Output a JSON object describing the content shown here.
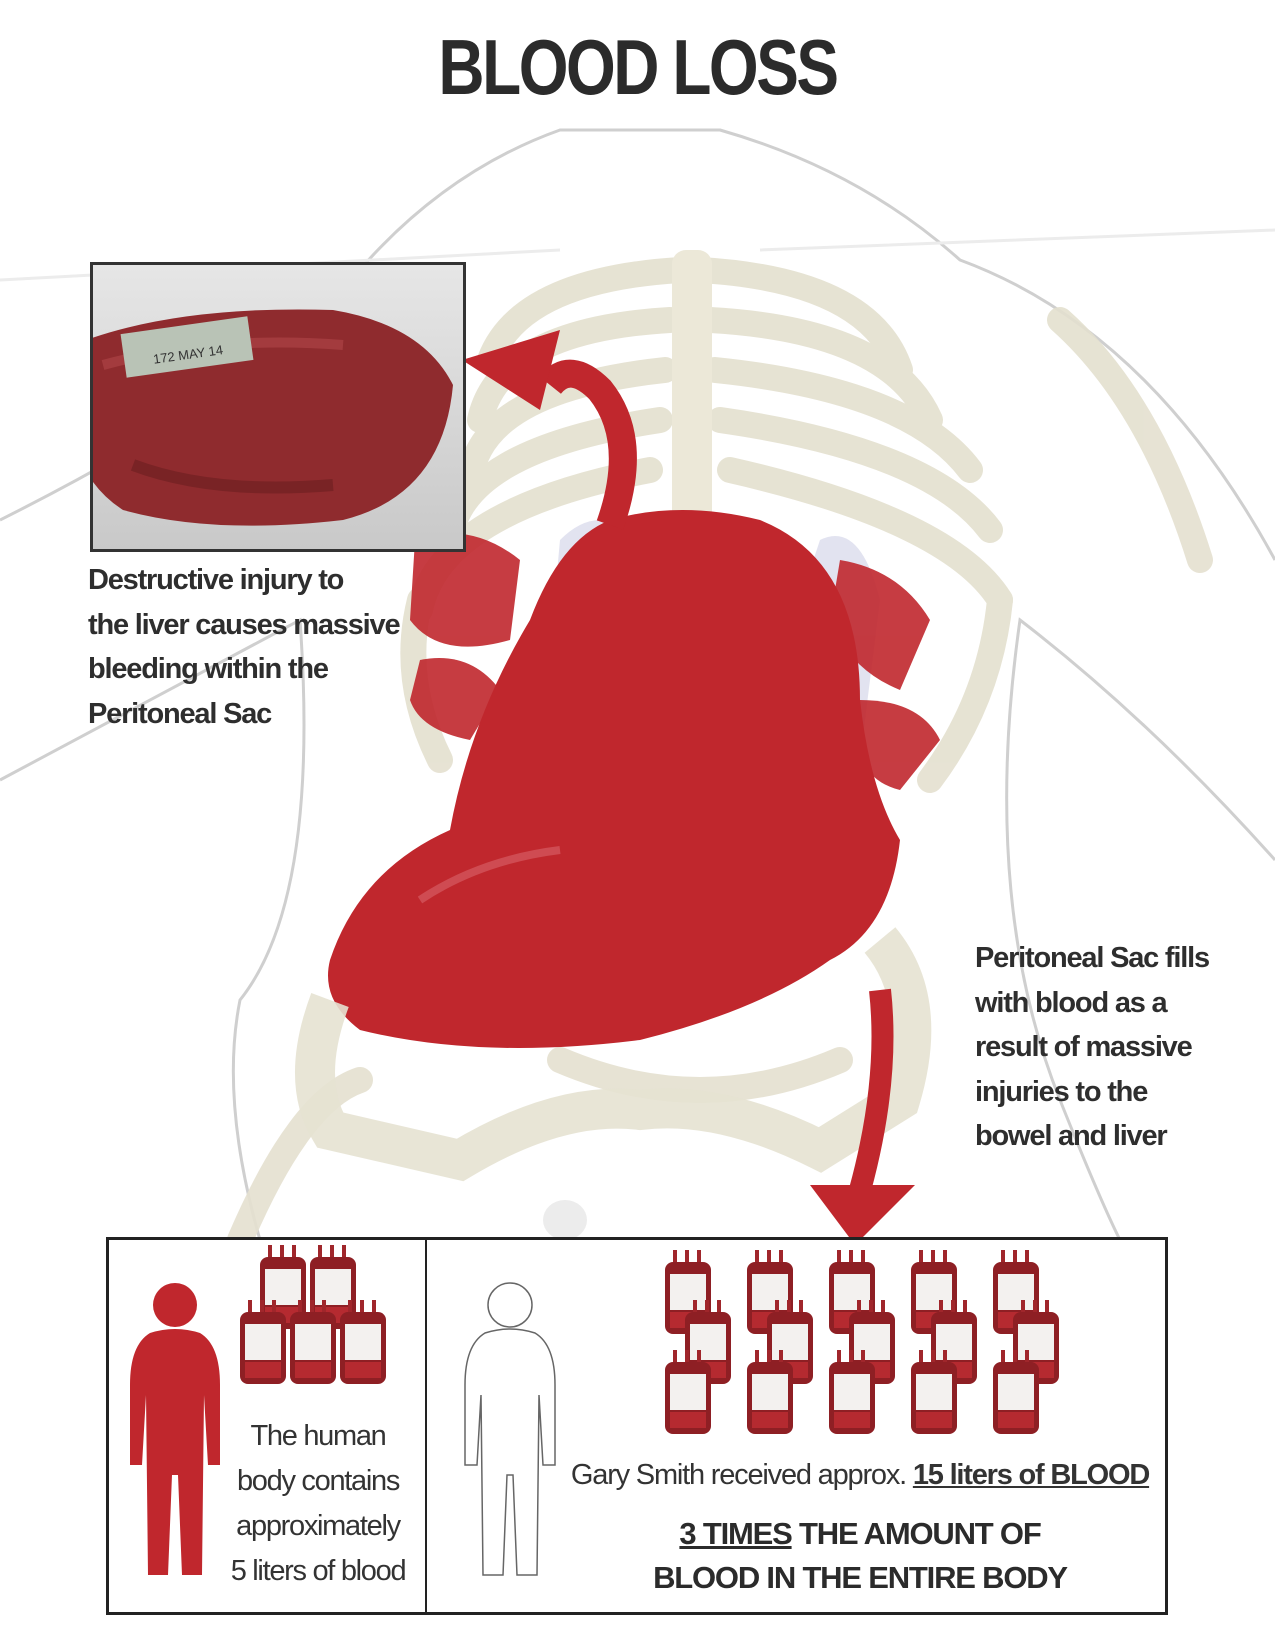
{
  "title": "BLOOD LOSS",
  "liver_photo": {
    "tag_text": "172 MAY 14"
  },
  "liver_caption": [
    "Destructive injury to",
    "the liver causes massive",
    "bleeding within the",
    "Peritoneal Sac"
  ],
  "sac_caption": [
    "Peritoneal Sac fills",
    "with blood as a",
    "result of massive",
    "injuries to the",
    "bowel and liver"
  ],
  "panel_left": {
    "text": [
      "The human",
      "body contains",
      "approximately",
      "5 liters of blood"
    ],
    "bag_count": 5
  },
  "panel_right": {
    "received_prefix": "Gary Smith received approx.",
    "received_amount": "15 liters of BLOOD",
    "emphasis_underlined": "3 TIMES",
    "emphasis_rest": "THE AMOUNT OF",
    "emphasis_line2": "BLOOD IN THE ENTIRE BODY",
    "bag_count": 15
  },
  "colors": {
    "blood": "#c0272d",
    "bone": "#e8e4d4",
    "text": "#2b2b2b"
  }
}
